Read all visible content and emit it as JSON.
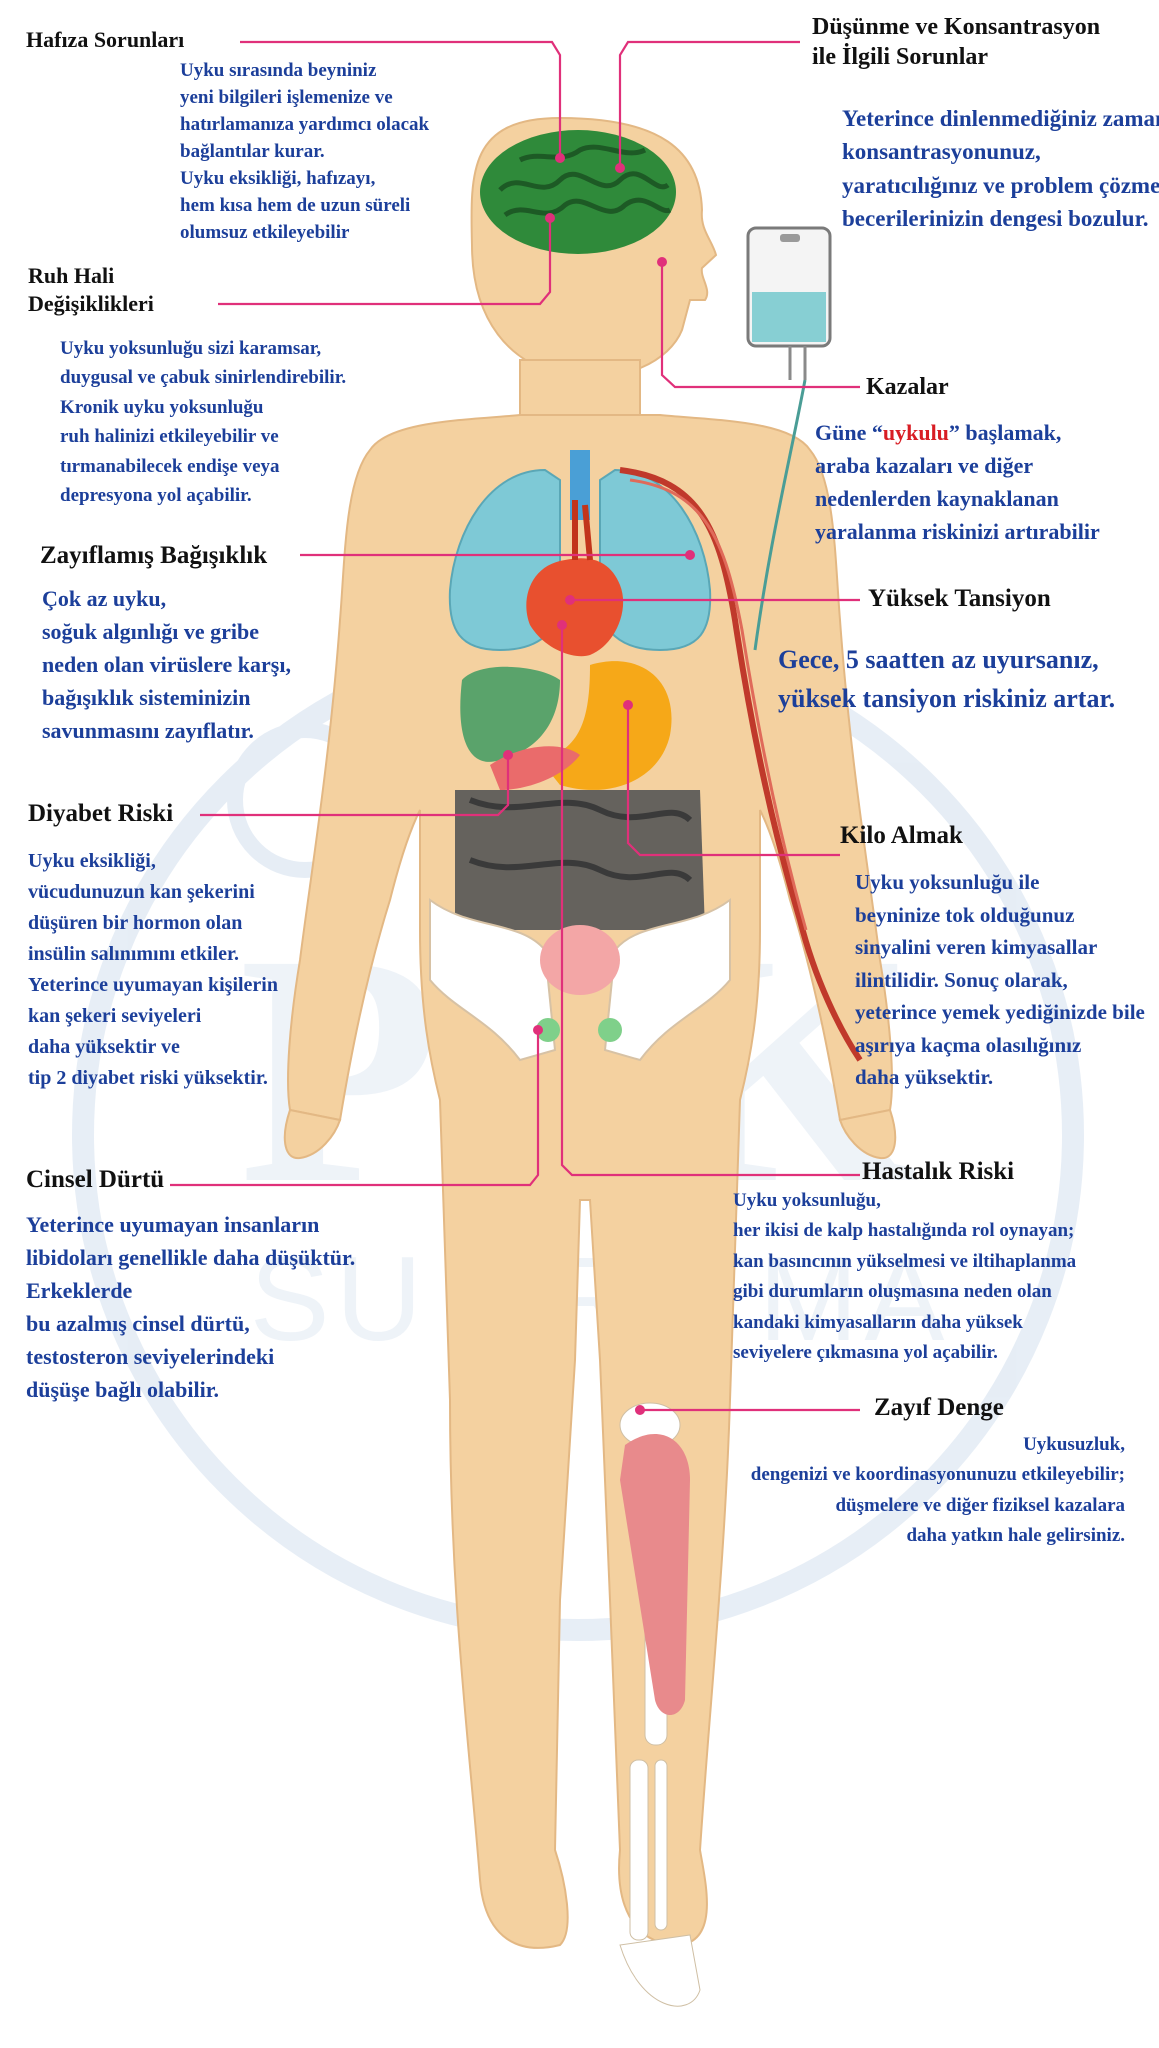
{
  "colors": {
    "skin": "#f4d1a0",
    "label_text": "#111111",
    "description_text": "#1c3f9a",
    "connector": "#e0307a",
    "highlight": "#d81d24",
    "brain": "#2f8a3a",
    "lungs": "#7ec9d6",
    "heart": "#e8502f",
    "liver": "#5aa36b",
    "stomach": "#f6a818",
    "intestine": "#555555",
    "muscle": "#e88a8c",
    "watermark": "#9db8d6"
  },
  "watermark": {
    "main": "PEK",
    "sub": "SU ARITMA"
  },
  "iv_bag": {
    "icon": "iv-drip-bag-icon"
  },
  "sections": {
    "memory": {
      "title": "Hafıza Sorunları",
      "lines": [
        "Uyku sırasında beyniniz",
        "yeni bilgileri işlemenize ve",
        "hatırlamanıza yardımcı olacak",
        "bağlantılar kurar.",
        "Uyku eksikliği, hafızayı,",
        "hem kısa hem de uzun süreli",
        "olumsuz etkileyebilir"
      ]
    },
    "thinking": {
      "title": "Düşünme ve Konsantrasyon\nile İlgili Sorunlar",
      "lines": [
        "Yeterince dinlenmediğiniz zaman",
        "konsantrasyonunuz,",
        "yaratıcılığınız ve problem çözme",
        "becerilerinizin dengesi bozulur."
      ]
    },
    "mood": {
      "title": "Ruh Hali\nDeğişiklikleri",
      "lines": [
        "Uyku yoksunluğu sizi karamsar,",
        "duygusal ve çabuk sinirlendirebilir.",
        "Kronik uyku yoksunluğu",
        "ruh halinizi etkileyebilir ve",
        "tırmanabilecek endişe veya",
        "depresyona yol açabilir."
      ]
    },
    "accidents": {
      "title": "Kazalar",
      "line1_before": "Güne “",
      "line1_highlight": "uykulu",
      "line1_after": "” başlamak,",
      "lines": [
        "araba kazaları ve diğer",
        "nedenlerden kaynaklanan",
        "yaralanma riskinizi artırabilir"
      ]
    },
    "immunity": {
      "title": "Zayıflamış Bağışıklık",
      "lines": [
        "Çok az uyku,",
        "soğuk algınlığı ve gribe",
        "neden olan virüslere karşı,",
        "bağışıklık sisteminizin",
        "savunmasını zayıflatır."
      ]
    },
    "blood_pressure": {
      "title": "Yüksek Tansiyon",
      "lines": [
        "Gece, 5 saatten az uyursanız,",
        "yüksek tansiyon riskiniz artar."
      ]
    },
    "diabetes": {
      "title": "Diyabet Riski",
      "lines": [
        "Uyku eksikliği,",
        "vücudunuzun kan şekerini",
        "düşüren bir hormon olan",
        "insülin salınımını etkiler.",
        "Yeterince uyumayan kişilerin",
        "kan şekeri seviyeleri",
        "daha yüksektir ve",
        "tip 2 diyabet riski yüksektir."
      ]
    },
    "weight": {
      "title": "Kilo Almak",
      "lines": [
        "Uyku yoksunluğu ile",
        "beyninize tok olduğunuz",
        "sinyalini veren kimyasallar",
        "ilintilidir. Sonuç olarak,",
        "yeterince yemek yediğinizde bile",
        "aşırıya kaçma olasılığınız",
        "daha yüksektir."
      ]
    },
    "sex_drive": {
      "title": "Cinsel Dürtü",
      "lines": [
        "Yeterince uyumayan insanların",
        "libidoları genellikle daha düşüktür.",
        "Erkeklerde",
        "bu azalmış cinsel dürtü,",
        "testosteron seviyelerindeki",
        "düşüşe bağlı olabilir."
      ]
    },
    "disease": {
      "title": "Hastalık Riski",
      "lines": [
        "Uyku yoksunluğu,",
        "her ikisi de kalp hastalığında rol oynayan;",
        "kan basıncının yükselmesi ve iltihaplanma",
        "gibi durumların oluşmasına neden olan",
        "kandaki kimyasalların daha yüksek",
        "seviyelere çıkmasına yol açabilir."
      ]
    },
    "balance": {
      "title": "Zayıf Denge",
      "lines": [
        "Uykusuzluk,",
        "dengenizi ve koordinasyonunuzu  etkileyebilir;",
        "düşmelere ve diğer fiziksel kazalara",
        "daha yatkın hale gelirsiniz."
      ]
    }
  }
}
